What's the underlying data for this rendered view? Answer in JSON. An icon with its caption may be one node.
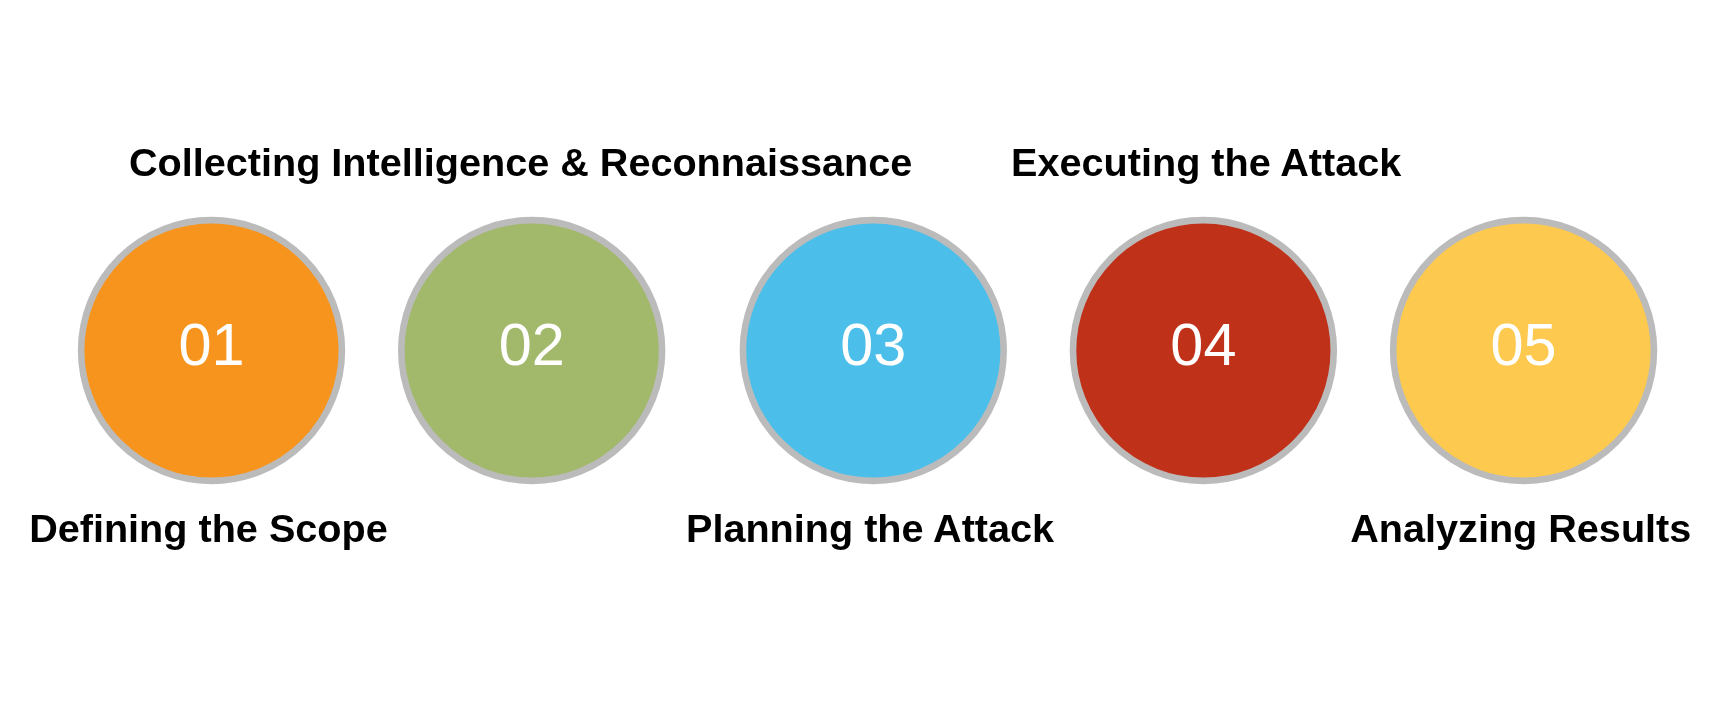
{
  "diagram": {
    "nodes": [
      {
        "text": [
          "01"
        ],
        "beside": [
          "Defining the Scope"
        ]
      },
      {
        "text": [
          "02"
        ],
        "beside": [
          "Collecting Intelligence & Reconnaissance"
        ]
      },
      {
        "text": [
          "03"
        ],
        "beside": [
          "Planning the Attack"
        ]
      },
      {
        "text": [
          "04"
        ],
        "beside": [
          "Executing the Attack"
        ]
      },
      {
        "text": [
          "05"
        ],
        "beside": [
          "Analyzing Results"
        ]
      }
    ]
  }
}
